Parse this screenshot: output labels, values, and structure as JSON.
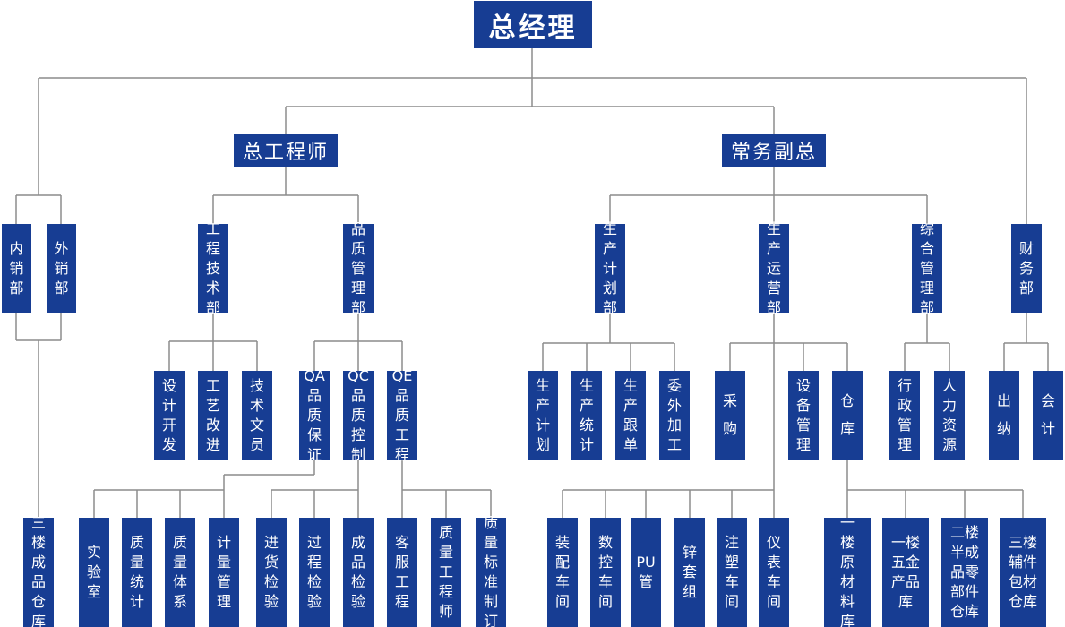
{
  "root": "总经理",
  "level1": {
    "chief_engineer": "总工程师",
    "executive_vp": "常务副总"
  },
  "departments": {
    "domestic_sales": "内销部",
    "export_sales": "外销部",
    "engineering_tech": "工程技术部",
    "quality_mgmt": "品质管理部",
    "production_planning": "生产计划部",
    "production_ops": "生产运营部",
    "general_admin": "综合管理部",
    "finance": "财务部"
  },
  "sections": {
    "design_dev": "设计开发",
    "process_improve": "工艺改进",
    "tech_documents": "技术文员",
    "qa": "QA品质保证",
    "qc": "QC品质控制",
    "qe": "QE品质工程",
    "prod_plan": "生产计划",
    "prod_stats": "生产统计",
    "prod_follow": "生产跟单",
    "outsourcing": "委外加工",
    "purchasing": "采购",
    "equipment_mgmt": "设备管理",
    "warehouse": "仓库",
    "administration": "行政管理",
    "human_resources": "人力资源",
    "cashier": "出纳",
    "accounting": "会计"
  },
  "units": {
    "finished_goods_3f": "三楼成品仓库",
    "laboratory": "实验室",
    "quality_stats": "质量统计",
    "quality_system": "质量体系",
    "metrology": "计量管理",
    "incoming_inspection": "进货检验",
    "process_inspection": "过程检验",
    "final_inspection": "成品检验",
    "customer_service": "客服工程",
    "quality_engineer": "质量工程师",
    "quality_standards": "质量标准制订",
    "assembly_workshop": "装配车间",
    "cnc_workshop": "数控车间",
    "pu_tube": "PU管",
    "zinc_sleeve": "锌套组",
    "injection_workshop": "注塑车间",
    "instrument_workshop": "仪表车间",
    "raw_material_1f": "一楼原材料库",
    "hardware_1f": "一楼五金产品库",
    "semi_finished_2f": "二楼半成品零部件仓库",
    "aux_packaging_3f": "三楼辅件包材仓库"
  },
  "colors": {
    "box_fill": "#173d93",
    "box_text": "#ffffff",
    "connector": "#8c8c8c"
  }
}
